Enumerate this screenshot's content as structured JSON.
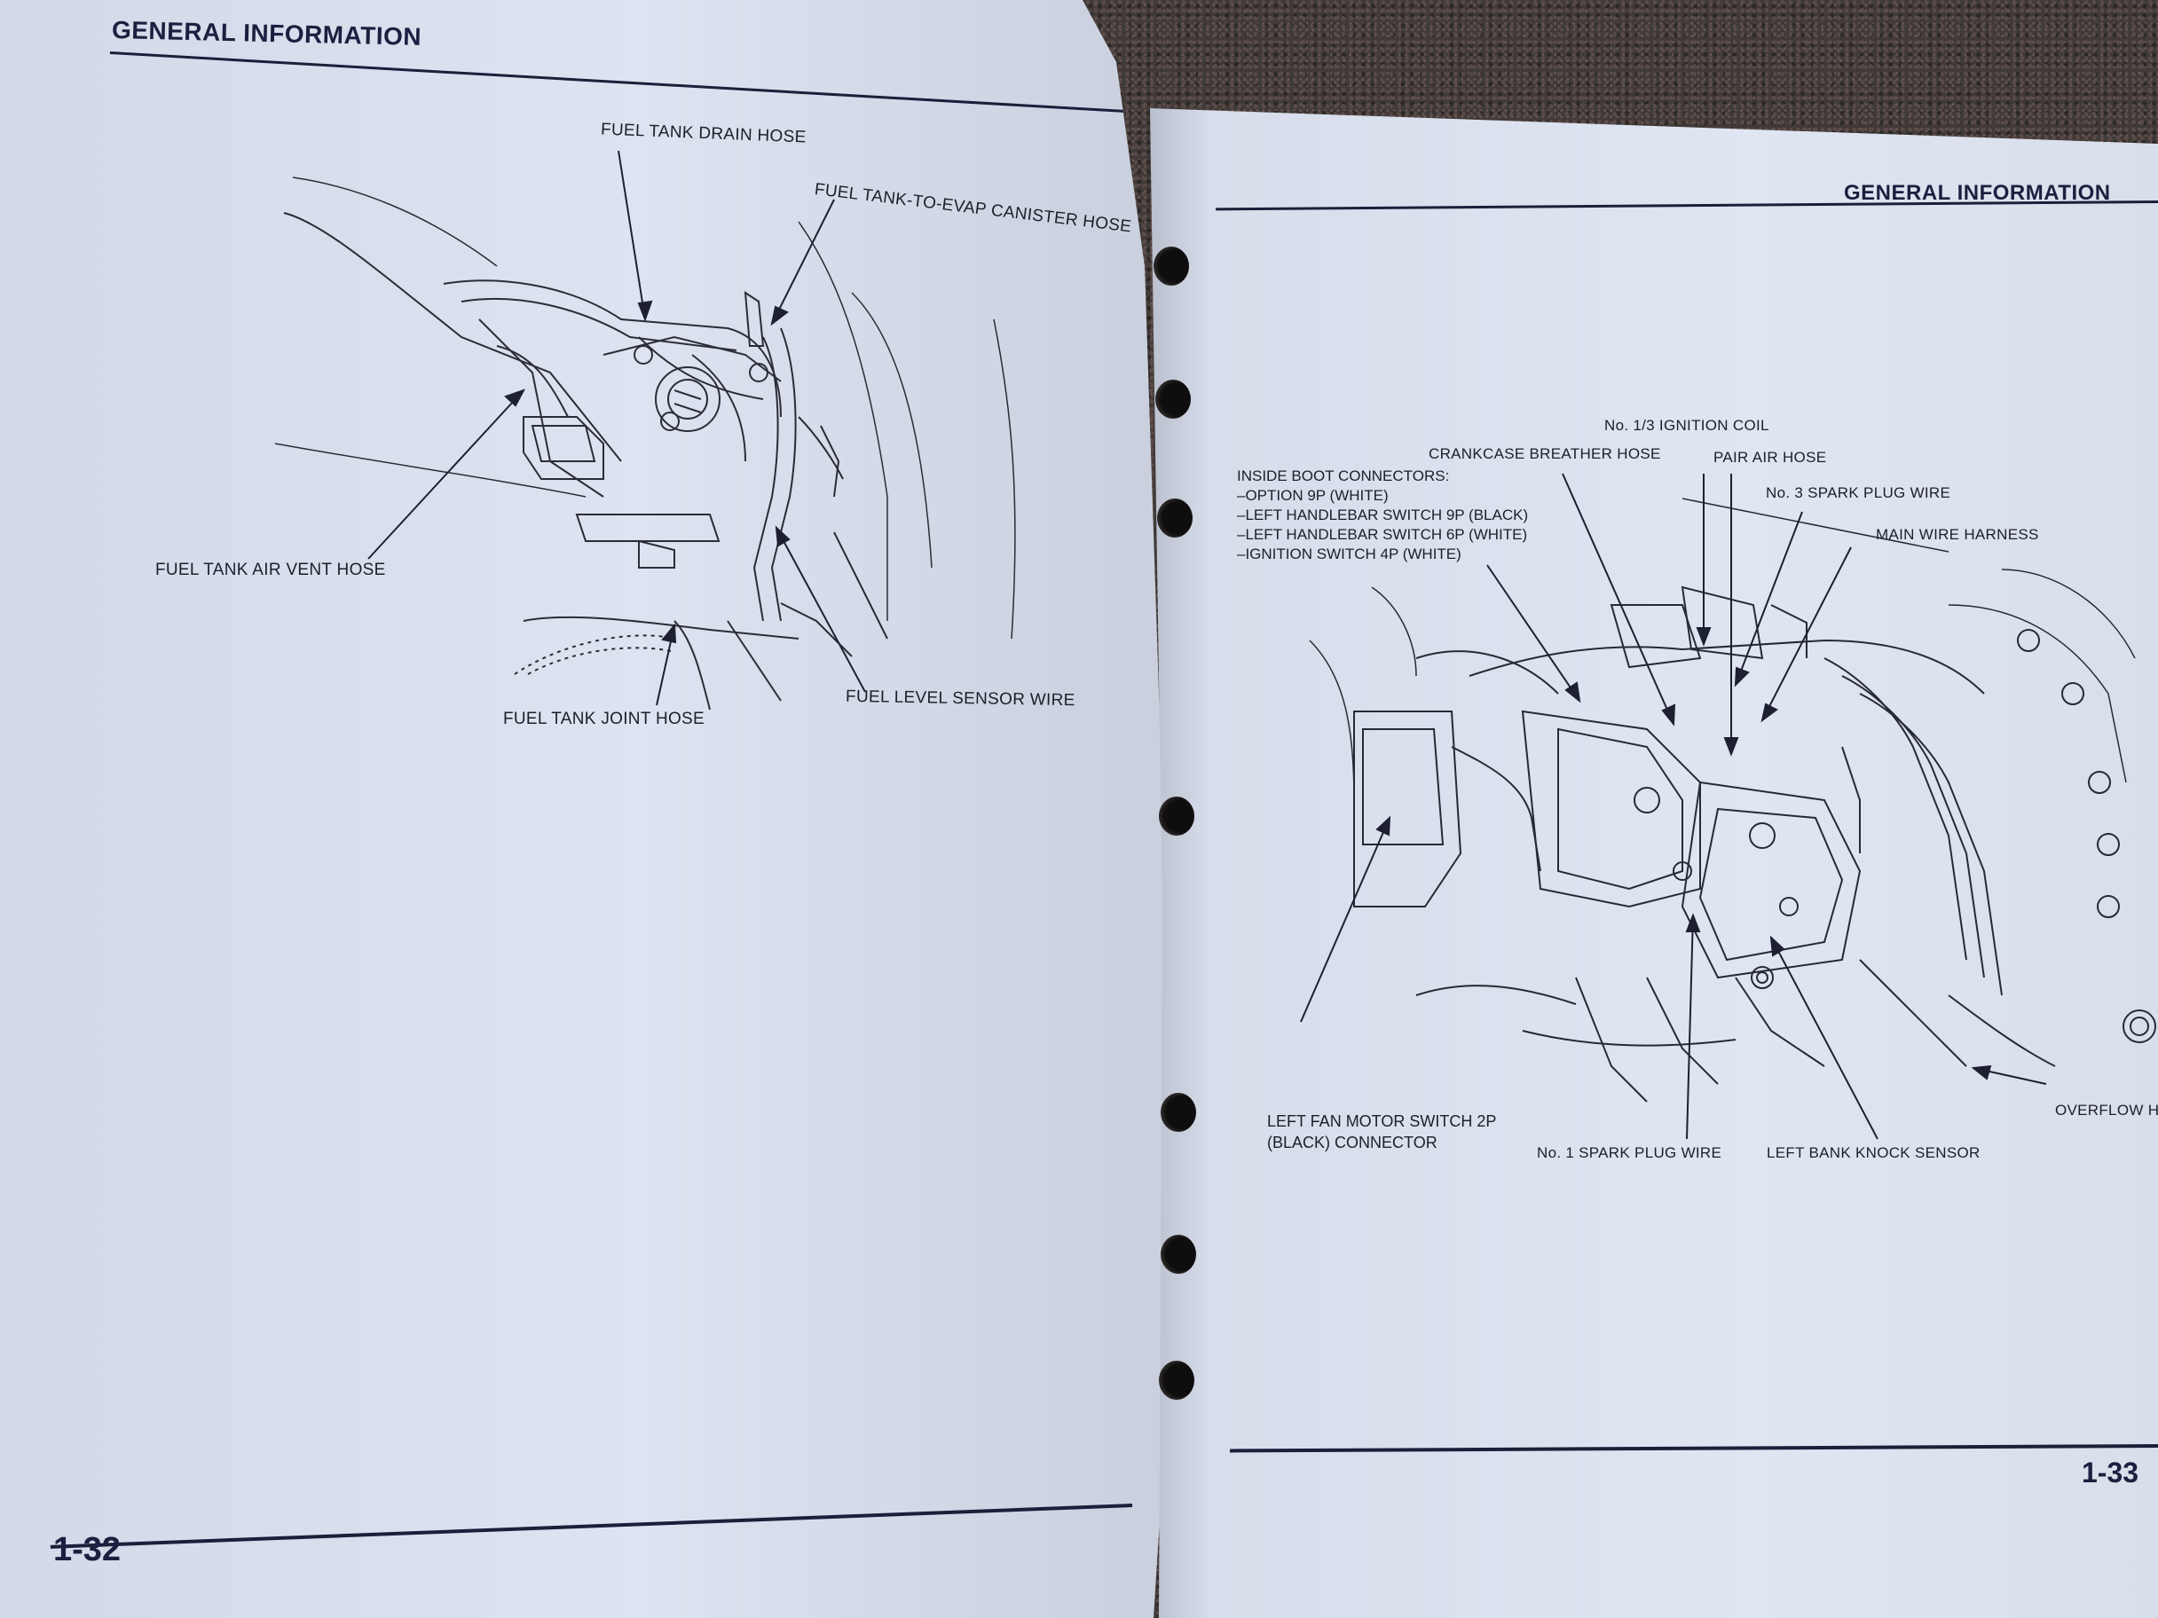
{
  "left_page": {
    "header": "GENERAL INFORMATION",
    "page_number": "1-32",
    "labels": {
      "drain_hose": "FUEL TANK DRAIN HOSE",
      "evap_hose": "FUEL TANK-TO-EVAP CANISTER HOSE",
      "air_vent_hose": "FUEL TANK AIR VENT HOSE",
      "joint_hose": "FUEL TANK JOINT HOSE",
      "level_sensor_wire": "FUEL LEVEL SENSOR WIRE"
    }
  },
  "right_page": {
    "header": "GENERAL INFORMATION",
    "page_number": "1-33",
    "labels": {
      "ignition_coil": "No. 1/3 IGNITION COIL",
      "breather_hose": "CRANKCASE BREATHER HOSE",
      "pair_air_hose": "PAIR AIR HOSE",
      "spark_plug_3": "No. 3 SPARK PLUG WIRE",
      "main_harness": "MAIN WIRE HARNESS",
      "overflow_hose": "OVERFLOW HOSE",
      "spark_plug_1": "No. 1 SPARK PLUG WIRE",
      "knock_sensor": "LEFT BANK KNOCK SENSOR"
    },
    "boot_connectors": {
      "title": "INSIDE BOOT CONNECTORS:",
      "items": [
        "–OPTION 9P (WHITE)",
        "–LEFT HANDLEBAR SWITCH 9P (BLACK)",
        "–LEFT HANDLEBAR SWITCH 6P (WHITE)",
        "–IGNITION SWITCH 4P (WHITE)"
      ]
    },
    "fan_switch": {
      "line1": "LEFT FAN MOTOR SWITCH 2P",
      "line2": "(BLACK) CONNECTOR"
    }
  }
}
